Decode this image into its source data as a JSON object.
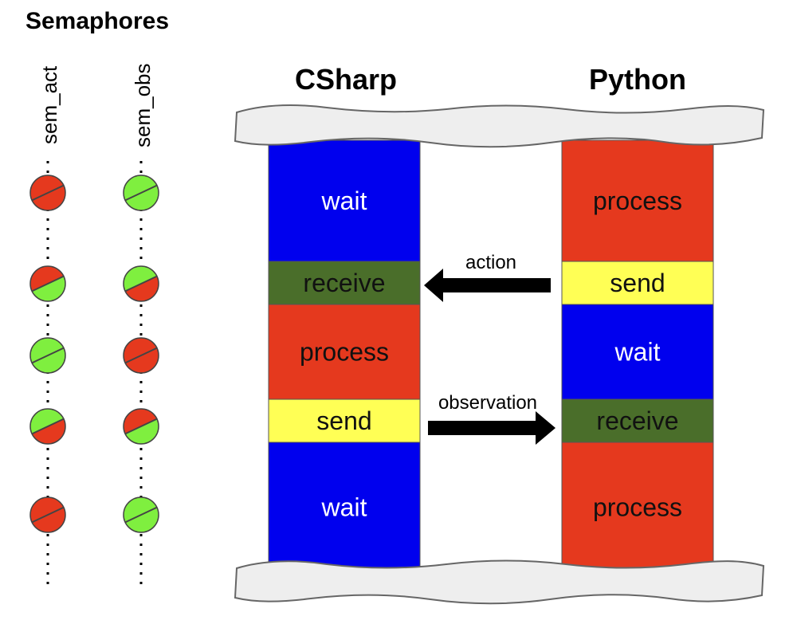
{
  "semaphores": {
    "title": "Semaphores",
    "columns": [
      {
        "label": "sem_act",
        "states": [
          "red",
          "red-green",
          "green",
          "green-red",
          "red"
        ]
      },
      {
        "label": "sem_obs",
        "states": [
          "green",
          "green-red",
          "red",
          "red-green",
          "green"
        ]
      }
    ]
  },
  "lanes": [
    {
      "title": "CSharp",
      "blocks": [
        {
          "label": "wait",
          "kind": "wait",
          "share": 0.28
        },
        {
          "label": "receive",
          "kind": "receive",
          "share": 0.1
        },
        {
          "label": "process",
          "kind": "process",
          "share": 0.22
        },
        {
          "label": "send",
          "kind": "send",
          "share": 0.1
        },
        {
          "label": "wait",
          "kind": "wait",
          "share": 0.28
        }
      ]
    },
    {
      "title": "Python",
      "blocks": [
        {
          "label": "process",
          "kind": "process",
          "share": 0.28
        },
        {
          "label": "send",
          "kind": "send",
          "share": 0.1
        },
        {
          "label": "wait",
          "kind": "wait",
          "share": 0.22
        },
        {
          "label": "receive",
          "kind": "receive",
          "share": 0.1
        },
        {
          "label": "process",
          "kind": "process",
          "share": 0.28
        }
      ]
    }
  ],
  "messages": [
    {
      "label": "action",
      "direction": "left"
    },
    {
      "label": "observation",
      "direction": "right"
    }
  ],
  "colors": {
    "wait": "#0000ee",
    "receive": "#4a6e2a",
    "process": "#e5391e",
    "send": "#ffff55",
    "semaphore_red": "#e5391e",
    "semaphore_green": "#7fef3f",
    "banner_fill": "#eeeeee",
    "arrow": "#000000"
  },
  "text_colors": {
    "wait": "#ffffff",
    "receive": "#111111",
    "process": "#111111",
    "send": "#111111"
  }
}
